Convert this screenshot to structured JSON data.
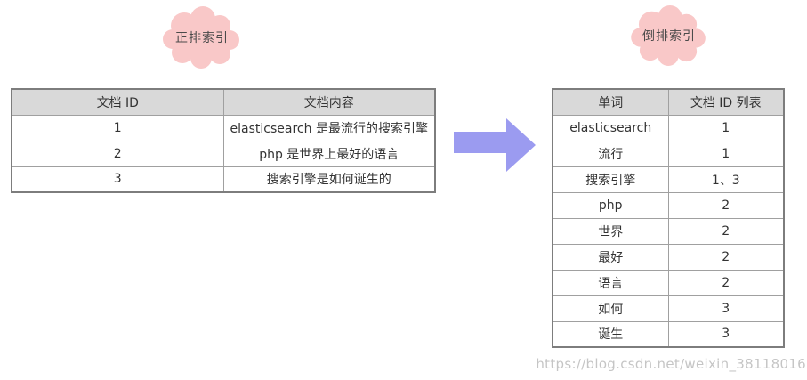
{
  "clouds": {
    "left_label": "正排索引",
    "right_label": "倒排索引"
  },
  "left_table": {
    "headers": [
      "文档 ID",
      "文档内容"
    ],
    "rows": [
      [
        "1",
        "elasticsearch 是最流行的搜索引擎"
      ],
      [
        "2",
        "php 是世界上最好的语言"
      ],
      [
        "3",
        "搜索引擎是如何诞生的"
      ]
    ]
  },
  "right_table": {
    "headers": [
      "单词",
      "文档 ID 列表"
    ],
    "rows": [
      [
        "elasticsearch",
        "1"
      ],
      [
        "流行",
        "1"
      ],
      [
        "搜索引擎",
        "1、3"
      ],
      [
        "php",
        "2"
      ],
      [
        "世界",
        "2"
      ],
      [
        "最好",
        "2"
      ],
      [
        "语言",
        "2"
      ],
      [
        "如何",
        "3"
      ],
      [
        "诞生",
        "3"
      ]
    ]
  },
  "watermark": "https://blog.csdn.net/weixin_38118016",
  "colors": {
    "cloud_pink": "#f9c8c8",
    "arrow_blue": "#9b9bf0",
    "header_gray": "#d9d9d9",
    "outer_border_gray": "#7d7d7d",
    "inner_border_gray": "#a0a0a0",
    "text_gray": "#333333",
    "watermark_gray": "#969696"
  }
}
